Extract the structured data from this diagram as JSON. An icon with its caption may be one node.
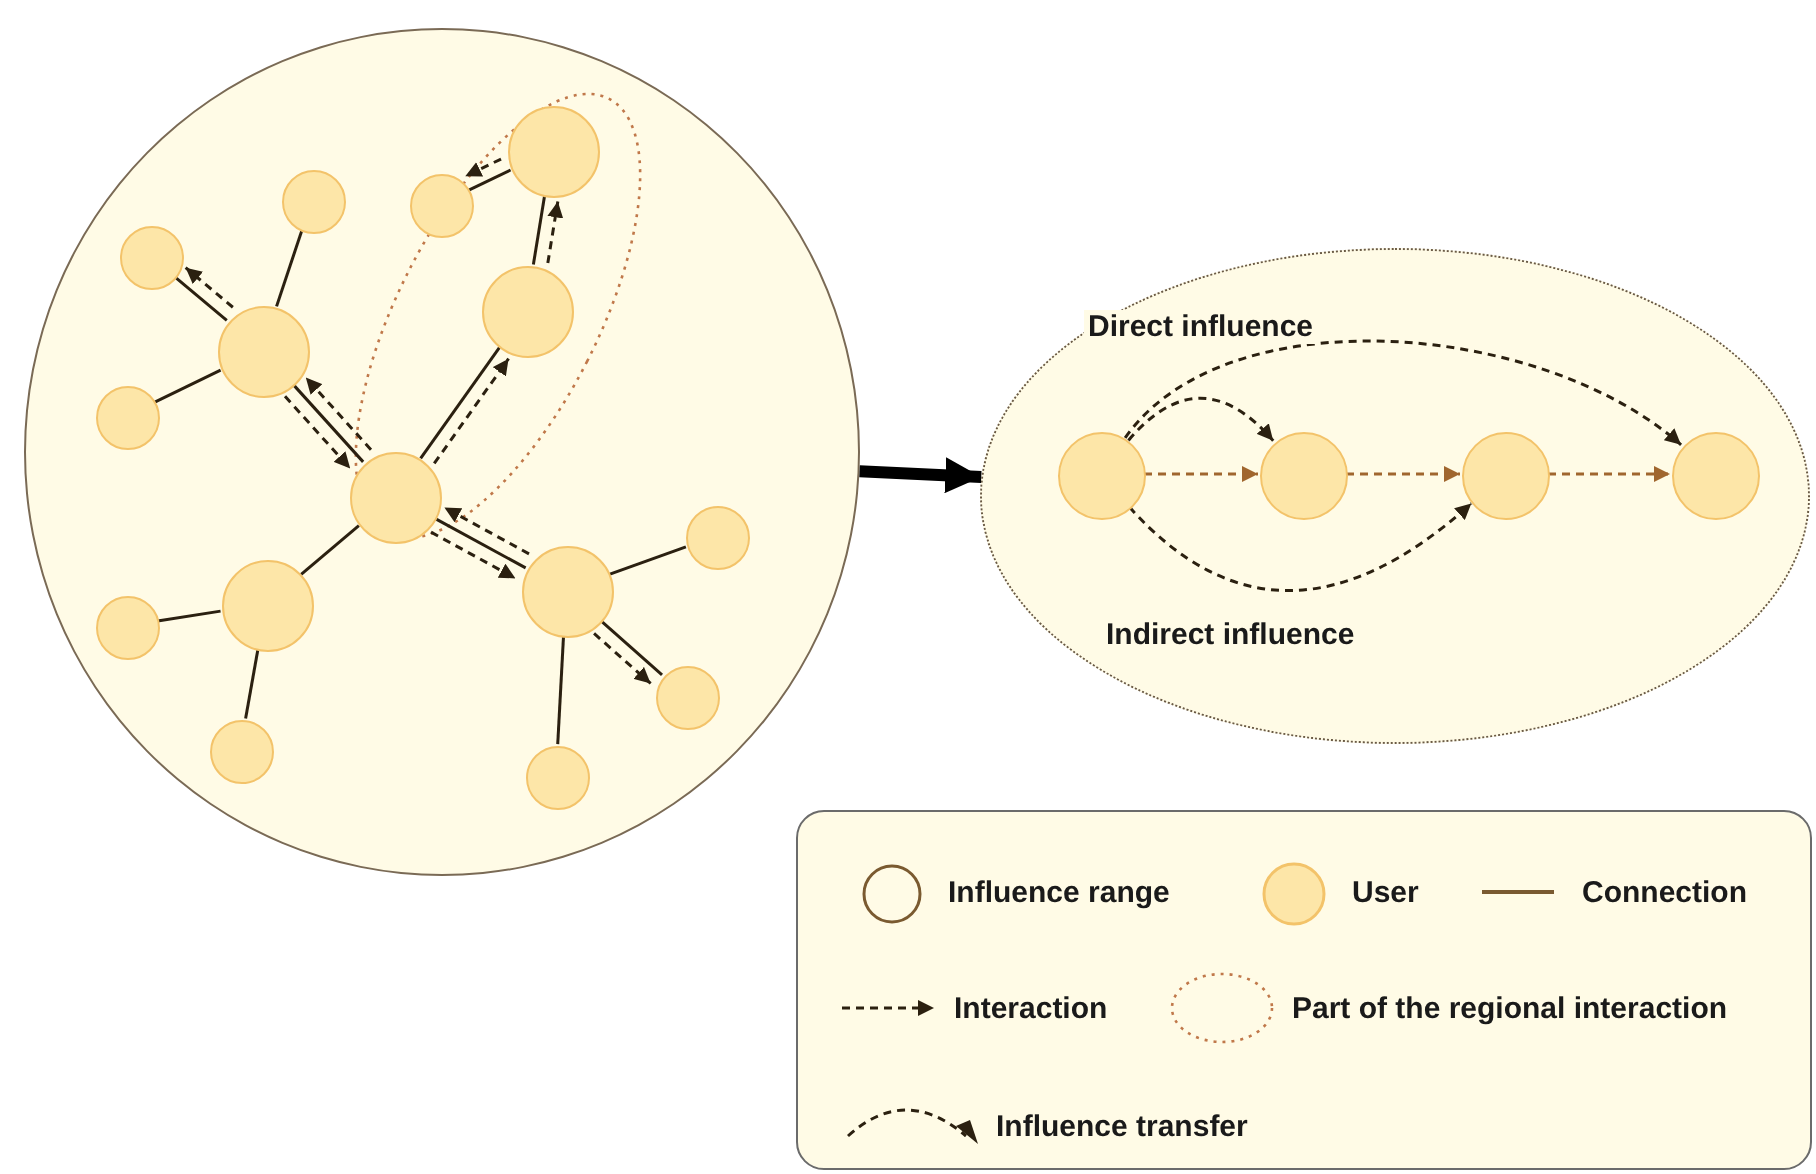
{
  "diagram": {
    "nodes": [
      {
        "text": [],
        "shape": "circle"
      },
      {
        "text": [],
        "shape": "ellipse",
        "in": 0
      },
      {
        "text": [],
        "shape": "circle",
        "in": 0
      },
      {
        "text": [],
        "shape": "circle",
        "in": 0
      },
      {
        "text": [],
        "shape": "circle",
        "in": 0
      },
      {
        "text": [],
        "shape": "circle",
        "in": 0
      },
      {
        "text": [],
        "shape": "circle",
        "in": 0
      },
      {
        "text": [],
        "shape": "circle",
        "in": 0
      },
      {
        "text": [],
        "shape": "circle",
        "in": 0
      },
      {
        "text": [],
        "shape": "circle",
        "in": 0
      },
      {
        "text": [],
        "shape": "circle",
        "in": 0
      },
      {
        "text": [],
        "shape": "circle",
        "in": 0
      },
      {
        "text": [],
        "shape": "circle",
        "in": 0
      },
      {
        "text": [],
        "shape": "circle",
        "in": 0
      },
      {
        "text": [],
        "shape": "circle",
        "in": 1
      },
      {
        "text": [],
        "shape": "circle",
        "in": 1
      },
      {
        "text": [],
        "shape": "circle",
        "in": 1
      },
      {
        "text": [],
        "shape": "ellipse"
      },
      {
        "text": [],
        "shape": "circle",
        "in": 17
      },
      {
        "text": [],
        "shape": "circle",
        "in": 17
      },
      {
        "text": [],
        "shape": "circle",
        "in": 17
      },
      {
        "text": [],
        "shape": "circle",
        "in": 17
      }
    ],
    "edges": [
      {
        "from": 6,
        "to": 4,
        "arrow": "none"
      },
      {
        "from": 6,
        "to": 8,
        "arrow": "none"
      },
      {
        "from": 6,
        "to": 2,
        "arrow": "none"
      },
      {
        "from": 9,
        "to": 6,
        "arrow": "none"
      },
      {
        "from": 9,
        "to": 15,
        "arrow": "none"
      },
      {
        "from": 9,
        "to": 7,
        "arrow": "none"
      },
      {
        "from": 9,
        "to": 11,
        "arrow": "none"
      },
      {
        "from": 7,
        "to": 3,
        "arrow": "none"
      },
      {
        "from": 7,
        "to": 5,
        "arrow": "none"
      },
      {
        "from": 11,
        "to": 13,
        "arrow": "none"
      },
      {
        "from": 11,
        "to": 12,
        "arrow": "none"
      },
      {
        "from": 11,
        "to": 10,
        "arrow": "none"
      },
      {
        "from": 15,
        "to": 16,
        "arrow": "none"
      },
      {
        "from": 16,
        "to": 14,
        "arrow": "none"
      },
      {
        "from": 6,
        "to": 4,
        "arrow": "to",
        "style": "dashed"
      },
      {
        "from": 6,
        "to": 9,
        "arrow": "to",
        "style": "dashed"
      },
      {
        "from": 9,
        "to": 6,
        "arrow": "to",
        "style": "dashed"
      },
      {
        "from": 9,
        "to": 15,
        "arrow": "to",
        "style": "dashed"
      },
      {
        "from": 15,
        "to": 16,
        "arrow": "to",
        "style": "dashed"
      },
      {
        "from": 16,
        "to": 14,
        "arrow": "to",
        "style": "dashed"
      },
      {
        "from": 9,
        "to": 11,
        "arrow": "to",
        "style": "dashed"
      },
      {
        "from": 11,
        "to": 9,
        "arrow": "to",
        "style": "dashed"
      },
      {
        "from": 11,
        "to": 12,
        "arrow": "to",
        "style": "dashed"
      },
      {
        "from": 0,
        "to": 17,
        "arrow": "to",
        "style": "thick",
        "color": "#000000"
      },
      {
        "from": 18,
        "to": 19,
        "arrow": "to",
        "style": "dashed",
        "color": "#a0662e"
      },
      {
        "from": 19,
        "to": 20,
        "arrow": "to",
        "style": "dashed",
        "color": "#a0662e"
      },
      {
        "from": 20,
        "to": 21,
        "arrow": "to",
        "style": "dashed",
        "color": "#a0662e"
      },
      {
        "from": 18,
        "to": 19,
        "arrow": "to",
        "style": "dashed"
      },
      {
        "from": 18,
        "to": 21,
        "arrow": "to",
        "style": "dashed",
        "label": "Direct influence"
      },
      {
        "from": 18,
        "to": 20,
        "arrow": "to",
        "style": "dashed",
        "label": "Indirect influence"
      }
    ],
    "legend": [
      {
        "text": "Influence range"
      },
      {
        "text": "User"
      },
      {
        "text": "Connection"
      },
      {
        "text": "Interaction"
      },
      {
        "text": "Part of the regional interaction"
      },
      {
        "text": "Influence transfer"
      }
    ]
  }
}
